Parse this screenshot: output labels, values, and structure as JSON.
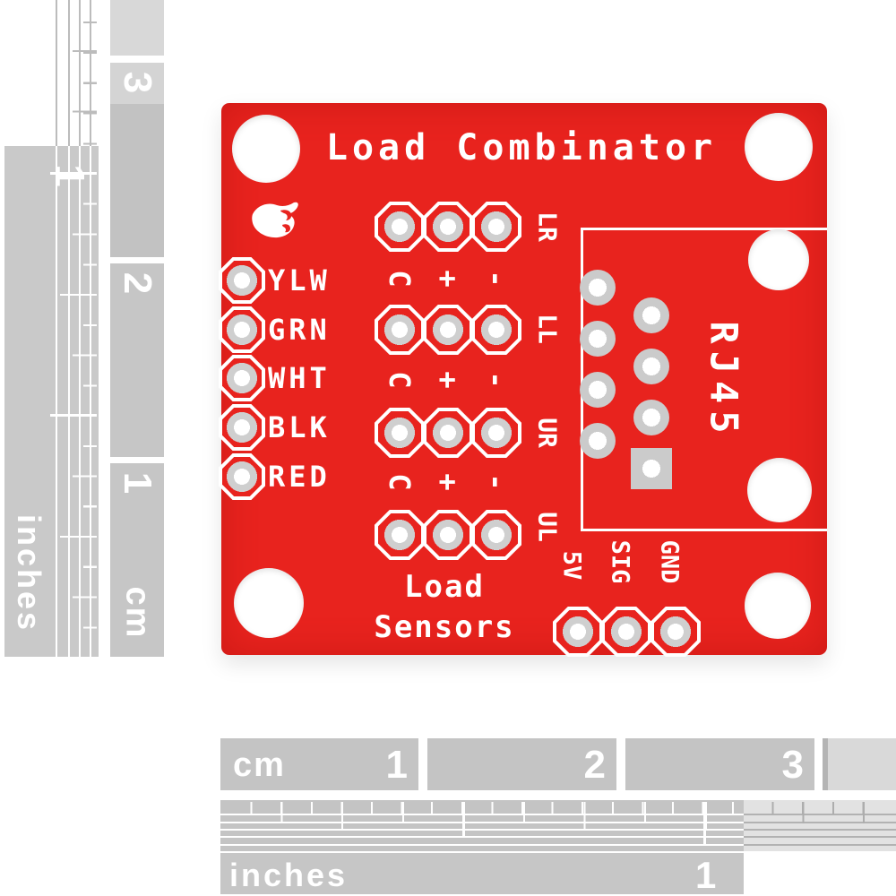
{
  "photo": {
    "board": {
      "title": "Load Combinator",
      "brand_icon": "sparkfun-flame",
      "wire_labels": [
        "YLW",
        "GRN",
        "WHT",
        "BLK",
        "RED"
      ],
      "sensor_connectors": [
        "LR",
        "LL",
        "UR",
        "UL"
      ],
      "pin_labels": [
        "C",
        "+",
        "-"
      ],
      "output_pins": [
        "5V",
        "SIG",
        "GND"
      ],
      "rj45_label": "RJ45",
      "caption_line1": "Load",
      "caption_line2": "Sensors",
      "pcb_color": "#e8231e",
      "silkscreen_color": "#ffffff",
      "pad_color": "#cfcfcf"
    },
    "left_ruler": {
      "cm_numbers": [
        "3",
        "2",
        "1"
      ],
      "cm_unit": "cm",
      "inch_numbers": [
        "1"
      ],
      "inch_unit": "inches"
    },
    "bottom_ruler": {
      "cm_unit": "cm",
      "cm_numbers": [
        "1",
        "2",
        "3"
      ],
      "inch_unit": "inches",
      "inch_numbers": [
        "1"
      ]
    }
  }
}
